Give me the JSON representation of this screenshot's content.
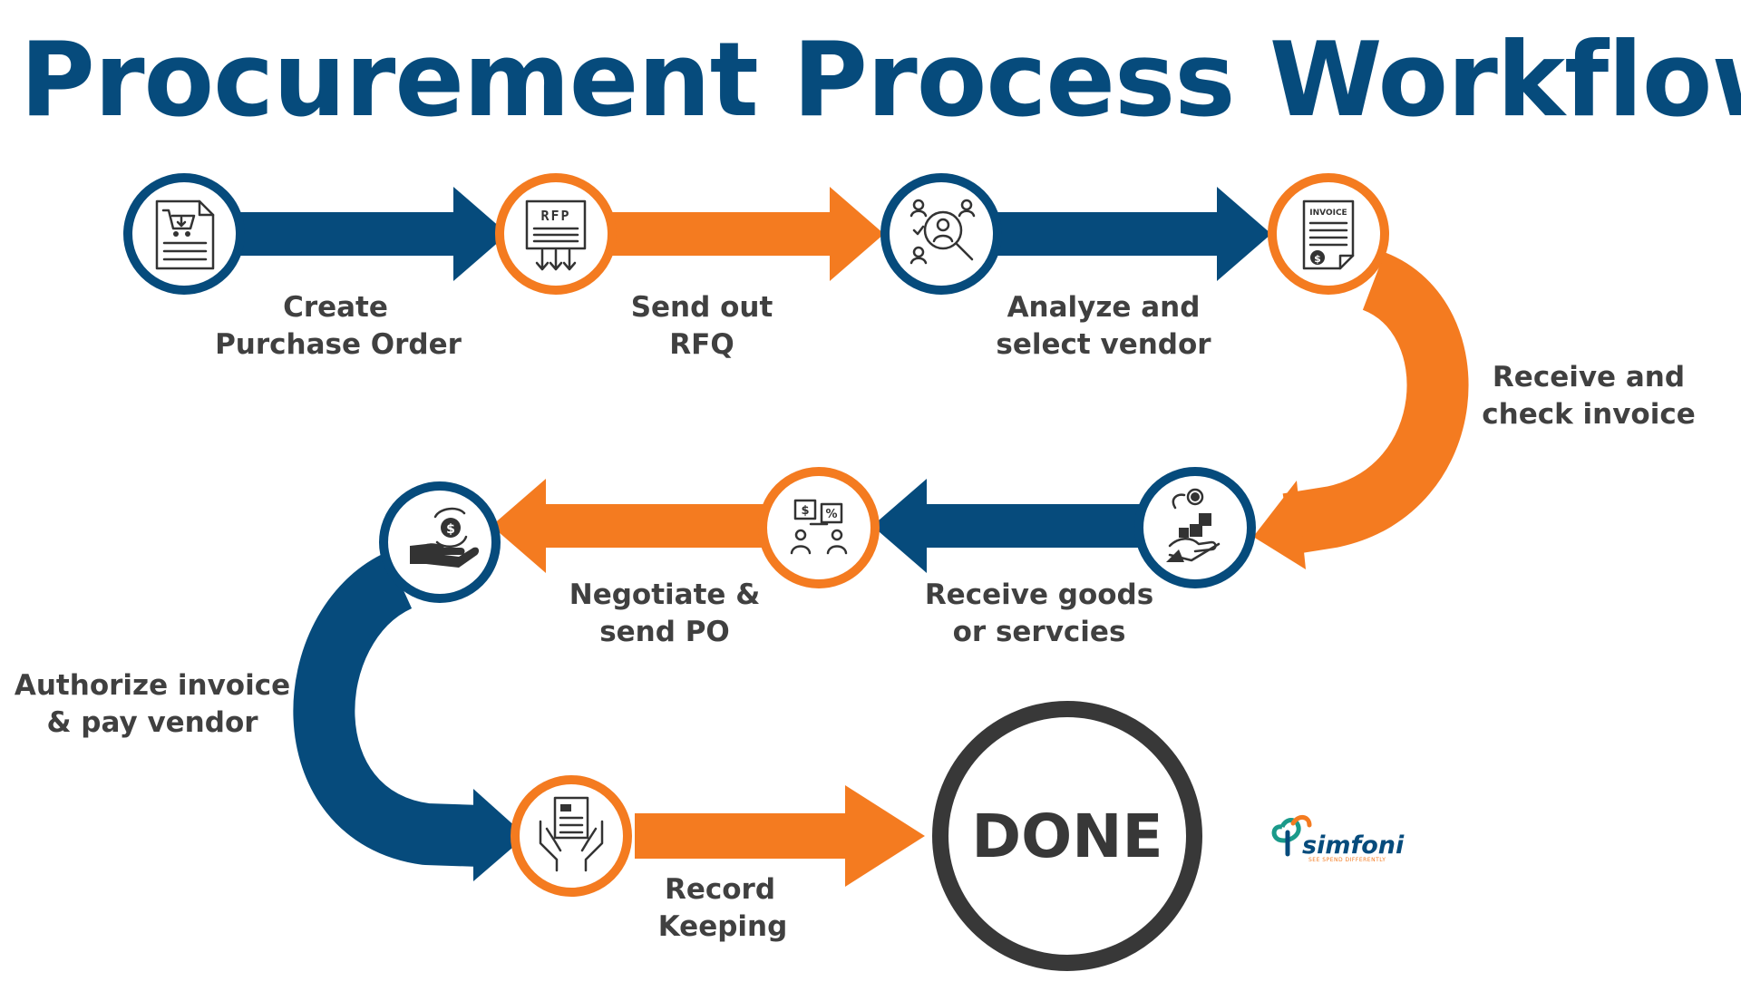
{
  "title": "Procurement Process Workflow",
  "colors": {
    "blue": "#064b7c",
    "orange": "#f47b20",
    "text": "#404040",
    "done": "#383838"
  },
  "steps": [
    {
      "line1": "Create",
      "line2": "Purchase Order",
      "icon": "purchase-order-cart-icon",
      "ring": "blue"
    },
    {
      "line1": "Send out",
      "line2": "RFQ",
      "icon": "rfp-document-icon",
      "ring": "orange",
      "badge": "RFP"
    },
    {
      "line1": "Analyze and",
      "line2": "select vendor",
      "icon": "vendor-search-icon",
      "ring": "blue"
    },
    {
      "line1": "Receive and",
      "line2": "check invoice",
      "icon": "invoice-icon",
      "ring": "orange",
      "badge": "INVOICE"
    },
    {
      "line1": "Receive goods",
      "line2": "or servcies",
      "icon": "goods-delivery-icon",
      "ring": "blue"
    },
    {
      "line1": "Negotiate &",
      "line2": "send PO",
      "icon": "negotiation-icon",
      "ring": "orange"
    },
    {
      "line1": "Authorize invoice",
      "line2": "& pay vendor",
      "icon": "payment-hand-icon",
      "ring": "blue"
    },
    {
      "line1": "Record",
      "line2": "Keeping",
      "icon": "record-keeping-icon",
      "ring": "orange"
    }
  ],
  "done": "DONE",
  "logo": {
    "name": "simfoni",
    "tagline": "SEE SPEND DIFFERENTLY"
  }
}
